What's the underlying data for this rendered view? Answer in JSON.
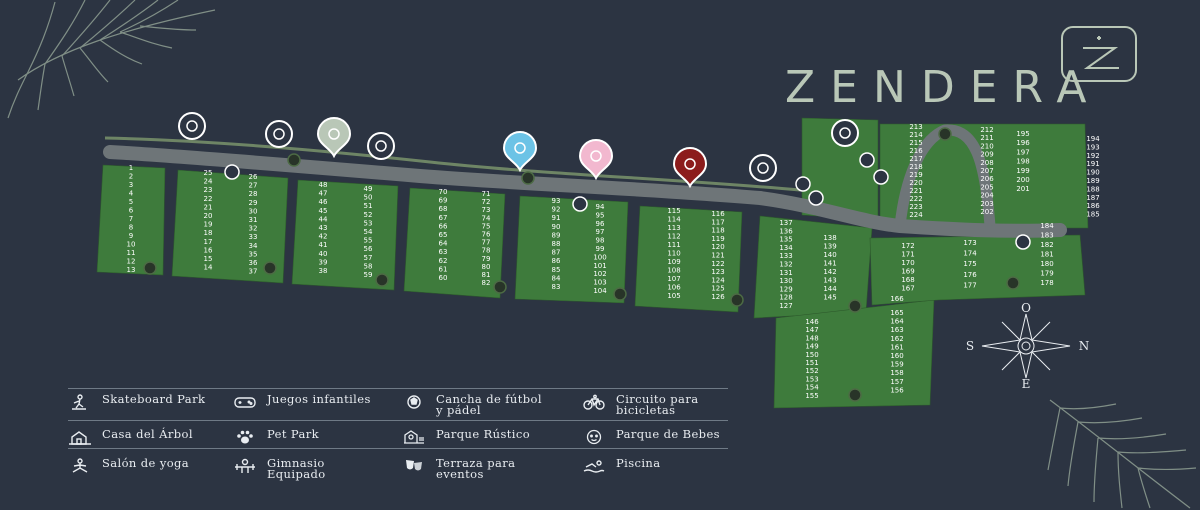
{
  "brand": {
    "name": "ZENDERA"
  },
  "colors": {
    "background": "#2c3442",
    "lot_green": "#3f7d3d",
    "road": "#6e7578",
    "brand_text": "#b9c7b7"
  },
  "lot_numbers": {
    "row_1_13": [
      "1",
      "2",
      "3",
      "4",
      "5",
      "6",
      "7",
      "8",
      "9",
      "10",
      "11",
      "12",
      "13"
    ],
    "col_25_14": [
      "25",
      "24",
      "23",
      "22",
      "21",
      "20",
      "19",
      "18",
      "17",
      "16",
      "15",
      "14"
    ],
    "col_26_37": [
      "26",
      "27",
      "28",
      "29",
      "30",
      "31",
      "32",
      "33",
      "34",
      "35",
      "36",
      "37"
    ],
    "col_48_38": [
      "48",
      "47",
      "46",
      "45",
      "44",
      "43",
      "42",
      "41",
      "40",
      "39",
      "38"
    ],
    "col_49_59": [
      "49",
      "50",
      "51",
      "52",
      "53",
      "54",
      "55",
      "56",
      "57",
      "58",
      "59"
    ],
    "col_70_60": [
      "70",
      "69",
      "68",
      "67",
      "66",
      "65",
      "64",
      "63",
      "62",
      "61",
      "60"
    ],
    "col_71_82": [
      "71",
      "72",
      "73",
      "74",
      "75",
      "76",
      "77",
      "78",
      "79",
      "80",
      "81",
      "82"
    ],
    "col_93_83": [
      "93",
      "92",
      "91",
      "90",
      "89",
      "88",
      "87",
      "86",
      "85",
      "84",
      "83"
    ],
    "col_94_104": [
      "94",
      "95",
      "96",
      "97",
      "98",
      "99",
      "100",
      "101",
      "102",
      "103",
      "104"
    ],
    "col_115_105": [
      "115",
      "114",
      "113",
      "112",
      "111",
      "110",
      "109",
      "108",
      "107",
      "106",
      "105"
    ],
    "col_116_126": [
      "116",
      "117",
      "118",
      "119",
      "120",
      "121",
      "122",
      "123",
      "124",
      "125",
      "126"
    ],
    "col_137_127": [
      "137",
      "136",
      "135",
      "134",
      "133",
      "132",
      "131",
      "130",
      "129",
      "128",
      "127"
    ],
    "col_138_145": [
      "138",
      "139",
      "140",
      "141",
      "142",
      "143",
      "144",
      "145"
    ],
    "col_146_155": [
      "146",
      "147",
      "148",
      "149",
      "150",
      "151",
      "152",
      "153",
      "154",
      "155"
    ],
    "col_165_156": [
      "165",
      "164",
      "163",
      "162",
      "161",
      "160",
      "159",
      "158",
      "157",
      "156"
    ],
    "col_172_167": [
      "172",
      "171",
      "170",
      "169",
      "168",
      "167"
    ],
    "col_166": [
      "166"
    ],
    "col_173_177": [
      "173",
      "174",
      "175",
      "176",
      "177"
    ],
    "col_184_178": [
      "184",
      "183",
      "182",
      "181",
      "180",
      "179",
      "178"
    ],
    "col_194_185": [
      "194",
      "193",
      "192",
      "191",
      "190",
      "189",
      "188",
      "187",
      "186",
      "185"
    ],
    "col_195_201": [
      "195",
      "196",
      "197",
      "198",
      "199",
      "200",
      "201"
    ],
    "col_212_202": [
      "212",
      "211",
      "210",
      "209",
      "208",
      "207",
      "206",
      "205",
      "204",
      "203",
      "202"
    ],
    "col_213_224": [
      "213",
      "214",
      "215",
      "216",
      "217",
      "218",
      "219",
      "220",
      "221",
      "222",
      "223",
      "224"
    ]
  },
  "amenity_pins": [
    {
      "icon": "bicycle-icon"
    },
    {
      "icon": "tree-house-icon"
    },
    {
      "icon": "paw-icon"
    },
    {
      "icon": "gym-icon"
    },
    {
      "icon": "rustic-park-icon"
    },
    {
      "icon": "baby-face-icon"
    },
    {
      "icon": "events-icon"
    },
    {
      "icon": "bicycle-icon"
    },
    {
      "icon": "football-icon"
    }
  ],
  "legend": {
    "items": [
      {
        "icon": "skateboard-icon",
        "label": "Skateboard Park"
      },
      {
        "icon": "gamepad-icon",
        "label": "Juegos infantiles"
      },
      {
        "icon": "ball-icon",
        "label": "Cancha de fútbol\ny pádel"
      },
      {
        "icon": "bicycle-icon",
        "label": "Circuito para\nbicicletas"
      },
      {
        "icon": "tree-house-icon",
        "label": "Casa del Árbol"
      },
      {
        "icon": "paw-icon",
        "label": "Pet Park"
      },
      {
        "icon": "rustic-park-icon",
        "label": "Parque Rústico"
      },
      {
        "icon": "baby-face-icon",
        "label": "Parque de Bebes"
      },
      {
        "icon": "yoga-icon",
        "label": "Salón de yoga"
      },
      {
        "icon": "gym-icon",
        "label": "Gimnasio\nEquipado"
      },
      {
        "icon": "theater-masks-icon",
        "label": "Terraza para\neventos"
      },
      {
        "icon": "swim-icon",
        "label": "Piscina"
      }
    ]
  },
  "compass": {
    "north": "N",
    "south": "S",
    "east": "E",
    "west": "O"
  }
}
